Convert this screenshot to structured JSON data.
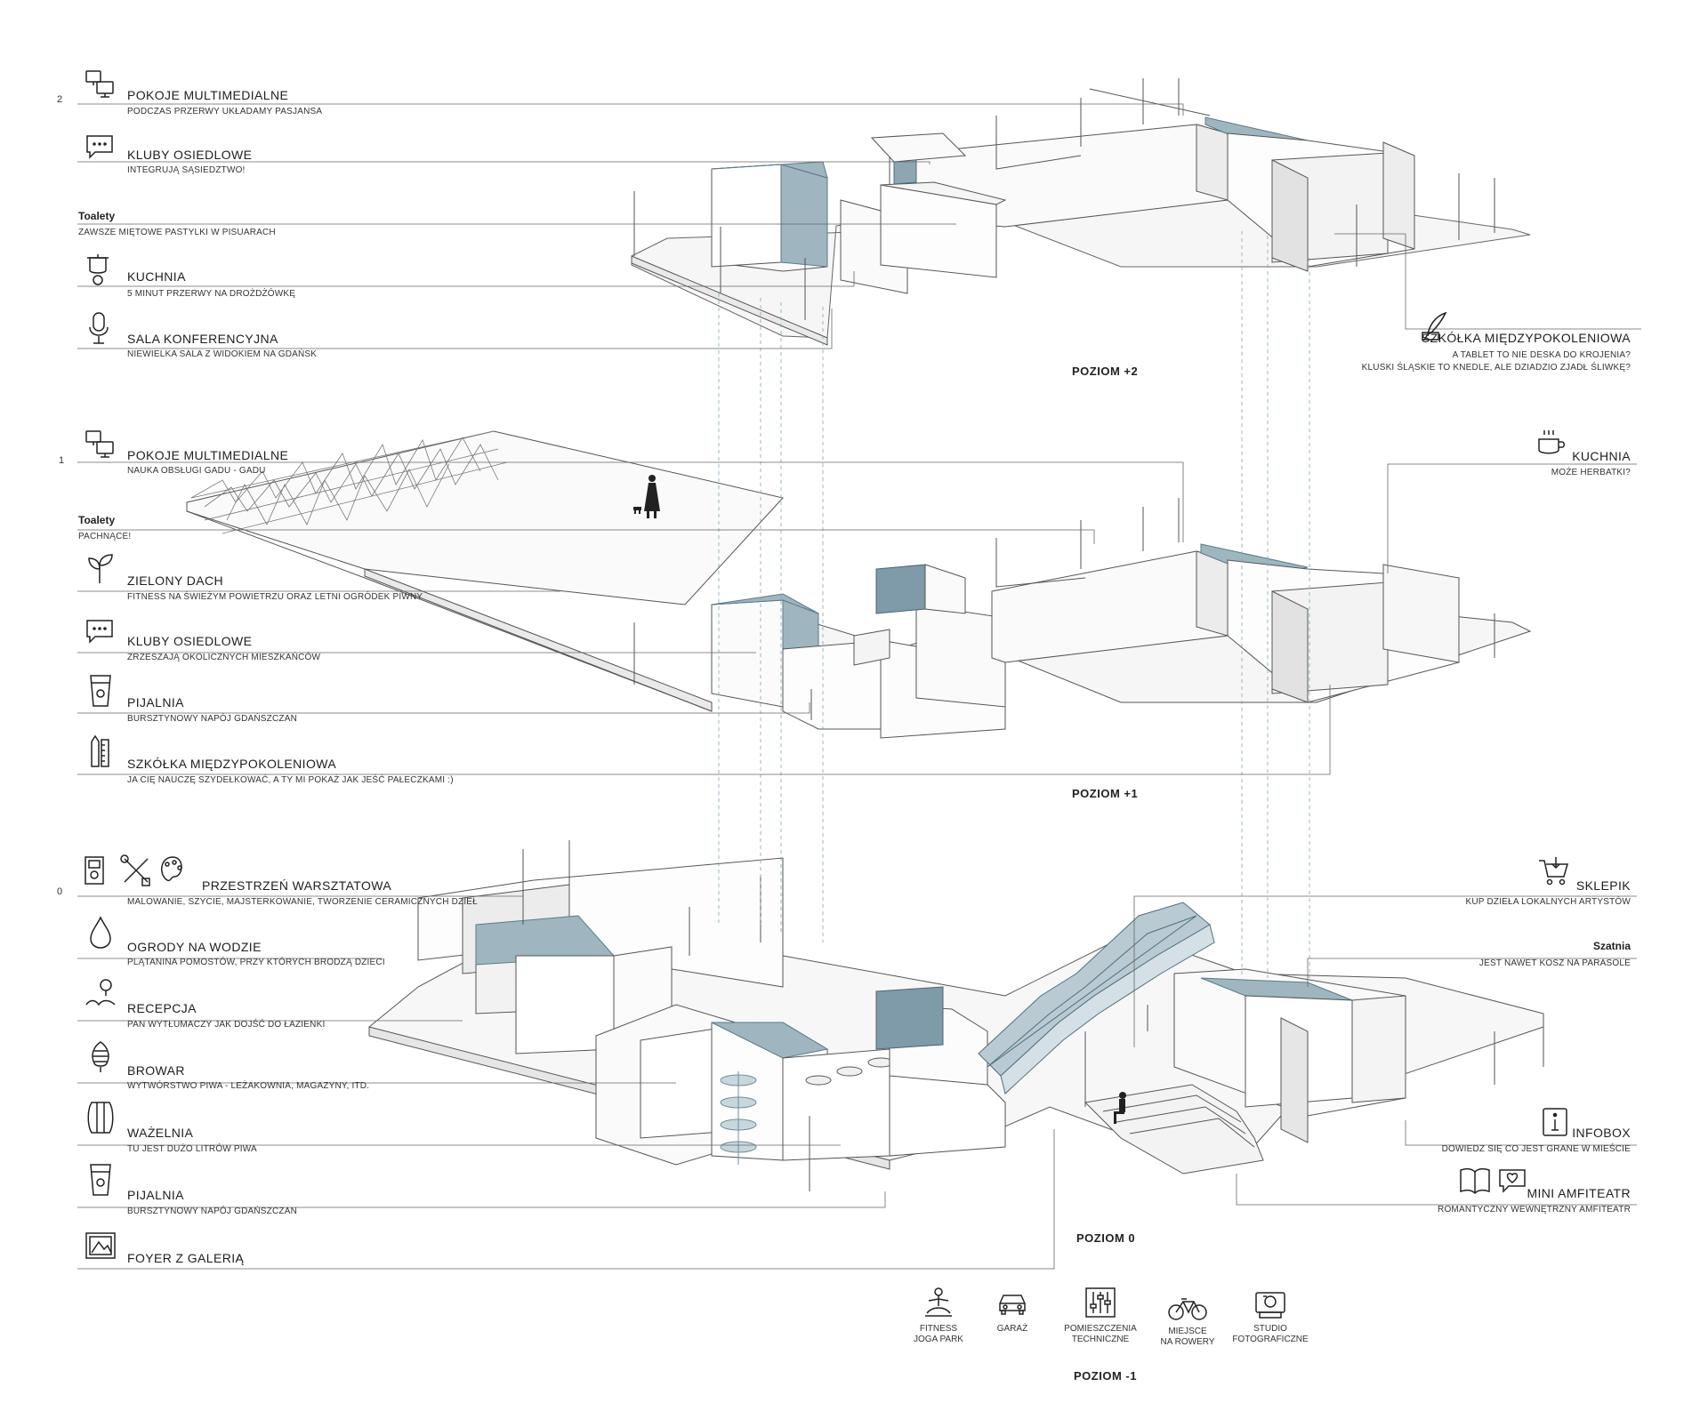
{
  "levels": {
    "two": {
      "number": "2",
      "name": "POZIOM +2"
    },
    "one": {
      "number": "1",
      "name": "POZIOM +1"
    },
    "zero": {
      "number": "0",
      "name": "POZIOM 0"
    },
    "minus": {
      "name": "POZIOM -1"
    }
  },
  "level2": {
    "left": [
      {
        "icon": "computer-icon",
        "title": "POKOJE MULTIMEDIALNE",
        "sub": "PODCZAS PRZERWY UKŁADAMY PASJANSA"
      },
      {
        "icon": "chat-bubble-icon",
        "title": "KLUBY OSIEDLOWE",
        "sub": "INTEGRUJĄ SĄSIEDZTWO!"
      },
      {
        "icon": "",
        "title": "Toalety",
        "sub": "ZAWSZE MIĘTOWE PASTYLKI W PISUARACH"
      },
      {
        "icon": "cooking-pot-icon",
        "title": "KUCHNIA",
        "sub": "5 MINUT PRZERWY NA DROŻDŻÓWKĘ"
      },
      {
        "icon": "microphone-icon",
        "title": "SALA KONFERENCYJNA",
        "sub": "NIEWIELKA SALA Z WIDOKIEM NA GDAŃSK"
      }
    ],
    "right": [
      {
        "icon": "quill-inkpot-icon",
        "title": "SZKÓŁKA MIĘDZYPOKOLENIOWA",
        "sub": "A TABLET TO NIE DESKA DO KROJENIA?",
        "sub2": "KLUSKI ŚLĄSKIE TO KNEDLE, ALE DZIADZIO ZJADŁ ŚLIWKĘ?"
      }
    ]
  },
  "level1": {
    "left": [
      {
        "icon": "computer-icon",
        "title": "POKOJE MULTIMEDIALNE",
        "sub": "NAUKA OBSŁUGI GADU - GADU"
      },
      {
        "icon": "",
        "title": "Toalety",
        "sub": "PACHNĄCE!"
      },
      {
        "icon": "sprout-icon",
        "title": "ZIELONY DACH",
        "sub": "FITNESS NA ŚWIEŻYM POWIETRZU ORAZ LETNI OGRÓDEK PIWNY"
      },
      {
        "icon": "chat-bubble-icon",
        "title": "KLUBY OSIEDLOWE",
        "sub": "ZRZESZAJĄ OKOLICZNYCH MIESZKAŃCÓW"
      },
      {
        "icon": "beer-glass-icon",
        "title": "PIJALNIA",
        "sub": "BURSZTYNOWY NAPÓJ GDAŃSZCZAN"
      },
      {
        "icon": "pencil-ruler-icon",
        "title": "SZKÓŁKA MIĘDZYPOKOLENIOWA",
        "sub": "JA CIĘ NAUCZĘ SZYDEŁKOWAĆ, A TY MI POKAŻ JAK JEŚĆ PAŁECZKAMI :)"
      }
    ],
    "right": [
      {
        "icon": "coffee-cup-icon",
        "title": "KUCHNIA",
        "sub": "MOŻE HERBATKI?"
      }
    ]
  },
  "level0": {
    "left": [
      {
        "icon": "workshop-tools-icon",
        "title": "PRZESTRZEŃ WARSZTATOWA",
        "sub": "MALOWANIE, SZYCIE, MAJSTERKOWANIE, TWORZENIE CERAMICZNYCH DZIEŁ"
      },
      {
        "icon": "water-drop-icon",
        "title": "OGRODY NA WODZIE",
        "sub": "PLĄTANINA POMOSTÓW, PRZY KTÓRYCH BRODZĄ DZIECI"
      },
      {
        "icon": "receptionist-icon",
        "title": "RECEPCJA",
        "sub": "PAN WYTŁUMACZY JAK DOJŚĆ DO ŁAZIENKI"
      },
      {
        "icon": "hop-cone-icon",
        "title": "BROWAR",
        "sub": "WYTWÓRSTWO PIWA - LEŻAKOWNIA, MAGAZYNY, ITD."
      },
      {
        "icon": "barrel-icon",
        "title": "WAŻELNIA",
        "sub": "TU JEST DUŻO LITRÓW PIWA"
      },
      {
        "icon": "beer-glass-icon",
        "title": "PIJALNIA",
        "sub": "BURSZTYNOWY NAPÓJ GDAŃSZCZAN"
      },
      {
        "icon": "framed-picture-icon",
        "title": "FOYER Z GALERIĄ",
        "sub": ""
      }
    ],
    "right": [
      {
        "icon": "shopping-cart-icon",
        "title": "SKLEPIK",
        "sub": "KUP DZIEŁA LOKALNYCH ARTYSTÓW"
      },
      {
        "icon": "",
        "title": "Szatnia",
        "sub": "JEST NAWET KOSZ NA PARASOLE"
      },
      {
        "icon": "info-icon",
        "title": "INFOBOX",
        "sub": "DOWIEDZ SIĘ CO JEST GRANE W MIEŚCIE"
      },
      {
        "icon": "book-heart-icon",
        "title": "MINI AMFITEATR",
        "sub": "ROMANTYCZNY WEWNĘTRZNY AMFITEATR"
      }
    ]
  },
  "basement": [
    {
      "icon": "yoga-icon",
      "line1": "FITNESS",
      "line2": "JOGA PARK"
    },
    {
      "icon": "car-icon",
      "line1": "GARAŻ",
      "line2": ""
    },
    {
      "icon": "mixer-sliders-icon",
      "line1": "POMIESZCZENIA",
      "line2": "TECHNICZNE"
    },
    {
      "icon": "bicycle-icon",
      "line1": "MIEJSCE",
      "line2": "NA ROWERY"
    },
    {
      "icon": "photo-studio-icon",
      "line1": "STUDIO",
      "line2": "FOTOGRAFICZNE"
    }
  ],
  "colors": {
    "accent": "#9fb5c0",
    "accent_dark": "#6f8d9b",
    "line": "#555555",
    "wall": "#ffffff",
    "wall_side": "#f1f1f1",
    "dash": "#7fa6b6"
  }
}
